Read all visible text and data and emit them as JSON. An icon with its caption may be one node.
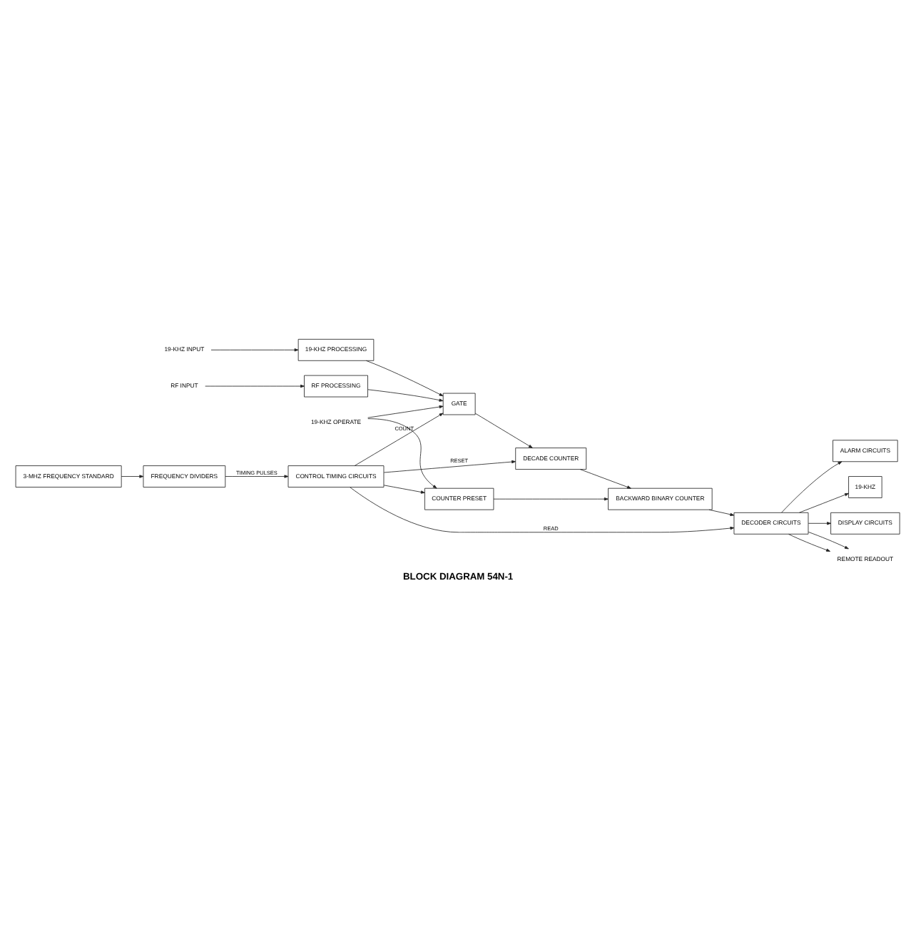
{
  "diagram": {
    "caption": "BLOCK DIAGRAM 54N-1",
    "nodes": [
      {
        "text": [
          "ALARM CIRCUITS"
        ]
      },
      {
        "text": [
          "19-KHZ"
        ]
      },
      {
        "text": [
          "DISPLAY CIRCUITS"
        ]
      },
      {
        "text": [
          "REMOTE READOUT"
        ]
      },
      {
        "text": [
          "DECODER CIRCUITS"
        ]
      },
      {
        "text": [
          "19-KHZ INPUT"
        ]
      },
      {
        "text": [
          "19-KHZ PROCESSING"
        ]
      },
      {
        "text": [
          "RF INPUT"
        ]
      },
      {
        "text": [
          "RF PROCESSING"
        ]
      },
      {
        "text": [
          "GATE"
        ]
      },
      {
        "text": [
          "DECADE COUNTER"
        ]
      },
      {
        "text": [
          "BACKWARD BINARY COUNTER"
        ]
      },
      {
        "text": [
          "19-KHZ OPERATE"
        ]
      },
      {
        "text": [
          "COUNTER PRESET"
        ]
      },
      {
        "text": [
          "3-MHZ FREQUENCY STANDARD"
        ]
      },
      {
        "text": [
          "FREQUENCY DIVIDERS"
        ]
      },
      {
        "text": [
          "CONTROL TIMING CIRCUITS"
        ]
      }
    ],
    "edges": [
      {
        "from": 4,
        "to": 0,
        "arrow": "to"
      },
      {
        "from": 4,
        "to": 3,
        "arrow": "to"
      },
      {
        "from": 4,
        "to": 1,
        "arrow": "to"
      },
      {
        "from": 4,
        "to": 2,
        "arrow": "to"
      },
      {
        "from": 4,
        "to": 3,
        "arrow": "to"
      },
      {
        "from": 16,
        "to": 4,
        "arrow": "to",
        "label": "READ"
      },
      {
        "from": 11,
        "to": 4,
        "arrow": "to"
      },
      {
        "from": 5,
        "to": 6,
        "arrow": "to"
      },
      {
        "from": 6,
        "to": 9,
        "arrow": "to"
      },
      {
        "from": 7,
        "to": 8,
        "arrow": "to"
      },
      {
        "from": 8,
        "to": 9,
        "arrow": "to"
      },
      {
        "from": 9,
        "to": 10,
        "arrow": "to"
      },
      {
        "from": 10,
        "to": 11,
        "arrow": "to"
      },
      {
        "from": 12,
        "to": 13,
        "arrow": "to"
      },
      {
        "from": 12,
        "to": 9,
        "arrow": "to"
      },
      {
        "from": 13,
        "to": 11,
        "arrow": "to"
      },
      {
        "from": 16,
        "to": 13,
        "arrow": "to"
      },
      {
        "from": 16,
        "to": 10,
        "arrow": "to",
        "label": "RESET"
      },
      {
        "from": 16,
        "to": 9,
        "arrow": "to",
        "label": "COUNT"
      },
      {
        "from": 14,
        "to": 15,
        "arrow": "to"
      },
      {
        "from": 15,
        "to": 16,
        "arrow": "to",
        "label": "TIMING PULSES"
      }
    ]
  }
}
